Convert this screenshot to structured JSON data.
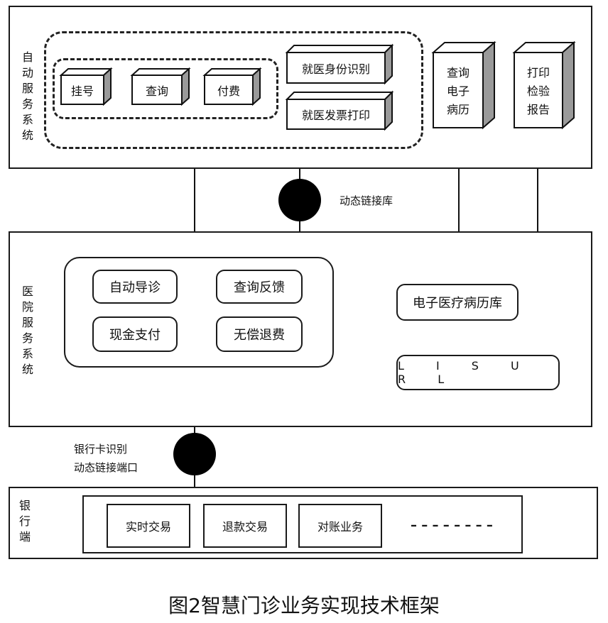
{
  "caption": "图2智慧门诊业务实现技术框架",
  "self_service": {
    "label": "自动服务系统",
    "modules": [
      "挂号",
      "查询",
      "付费"
    ],
    "right_modules": [
      "就医身份识别",
      "就医发票打印"
    ],
    "tall_modules": [
      "查询电子病历",
      "打印检验报告"
    ]
  },
  "dll_label": "动态链接库",
  "hospital": {
    "label": "医院服务系统",
    "modules": [
      "自动导诊",
      "查询反馈",
      "现金支付",
      "无偿退费"
    ],
    "emr_db": "电子医疗病历库",
    "lis_url": "L I S U R L"
  },
  "bank_interface": {
    "line1": "银行卡识别",
    "line2": "动态链接端口"
  },
  "bank": {
    "label": "银行端",
    "modules": [
      "实时交易",
      "退款交易",
      "对账业务"
    ],
    "ellipsis": "– – – – – – – –"
  }
}
